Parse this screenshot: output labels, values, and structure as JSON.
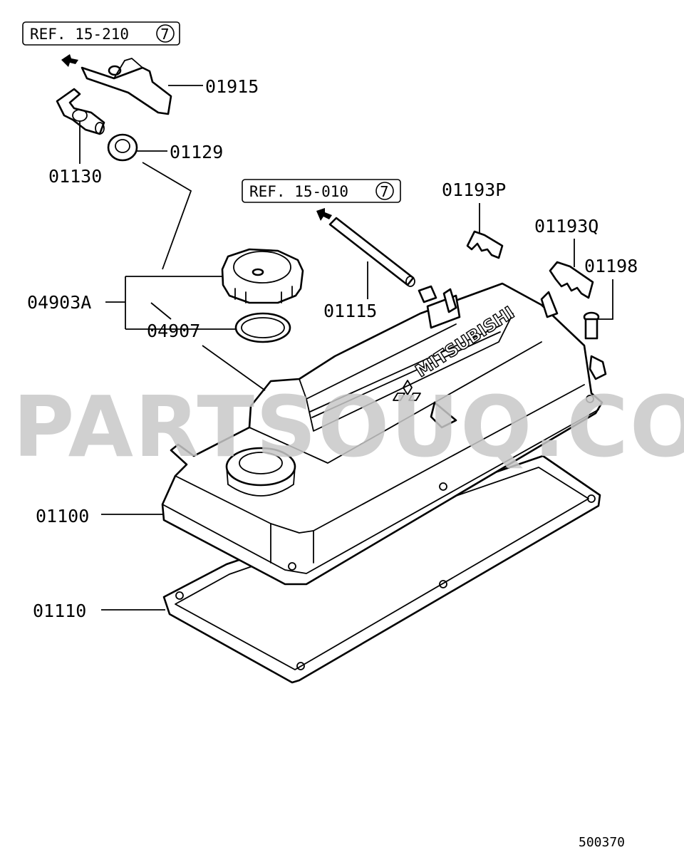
{
  "watermark": "PARTSOUQ.COM",
  "brand_logo_text": "MITSUBISHI",
  "references": [
    {
      "text": "REF. 15-210",
      "circled": "7"
    },
    {
      "text": "REF. 15-010",
      "circled": "7"
    }
  ],
  "part_labels": {
    "p01915": "01915",
    "p01129": "01129",
    "p01130": "01130",
    "p01115": "01115",
    "p01193P": "01193P",
    "p01193Q": "01193Q",
    "p01198": "01198",
    "p04903A": "04903A",
    "p04907": "04907",
    "p01100": "01100",
    "p01110": "01110"
  },
  "diagram_number": "500370"
}
